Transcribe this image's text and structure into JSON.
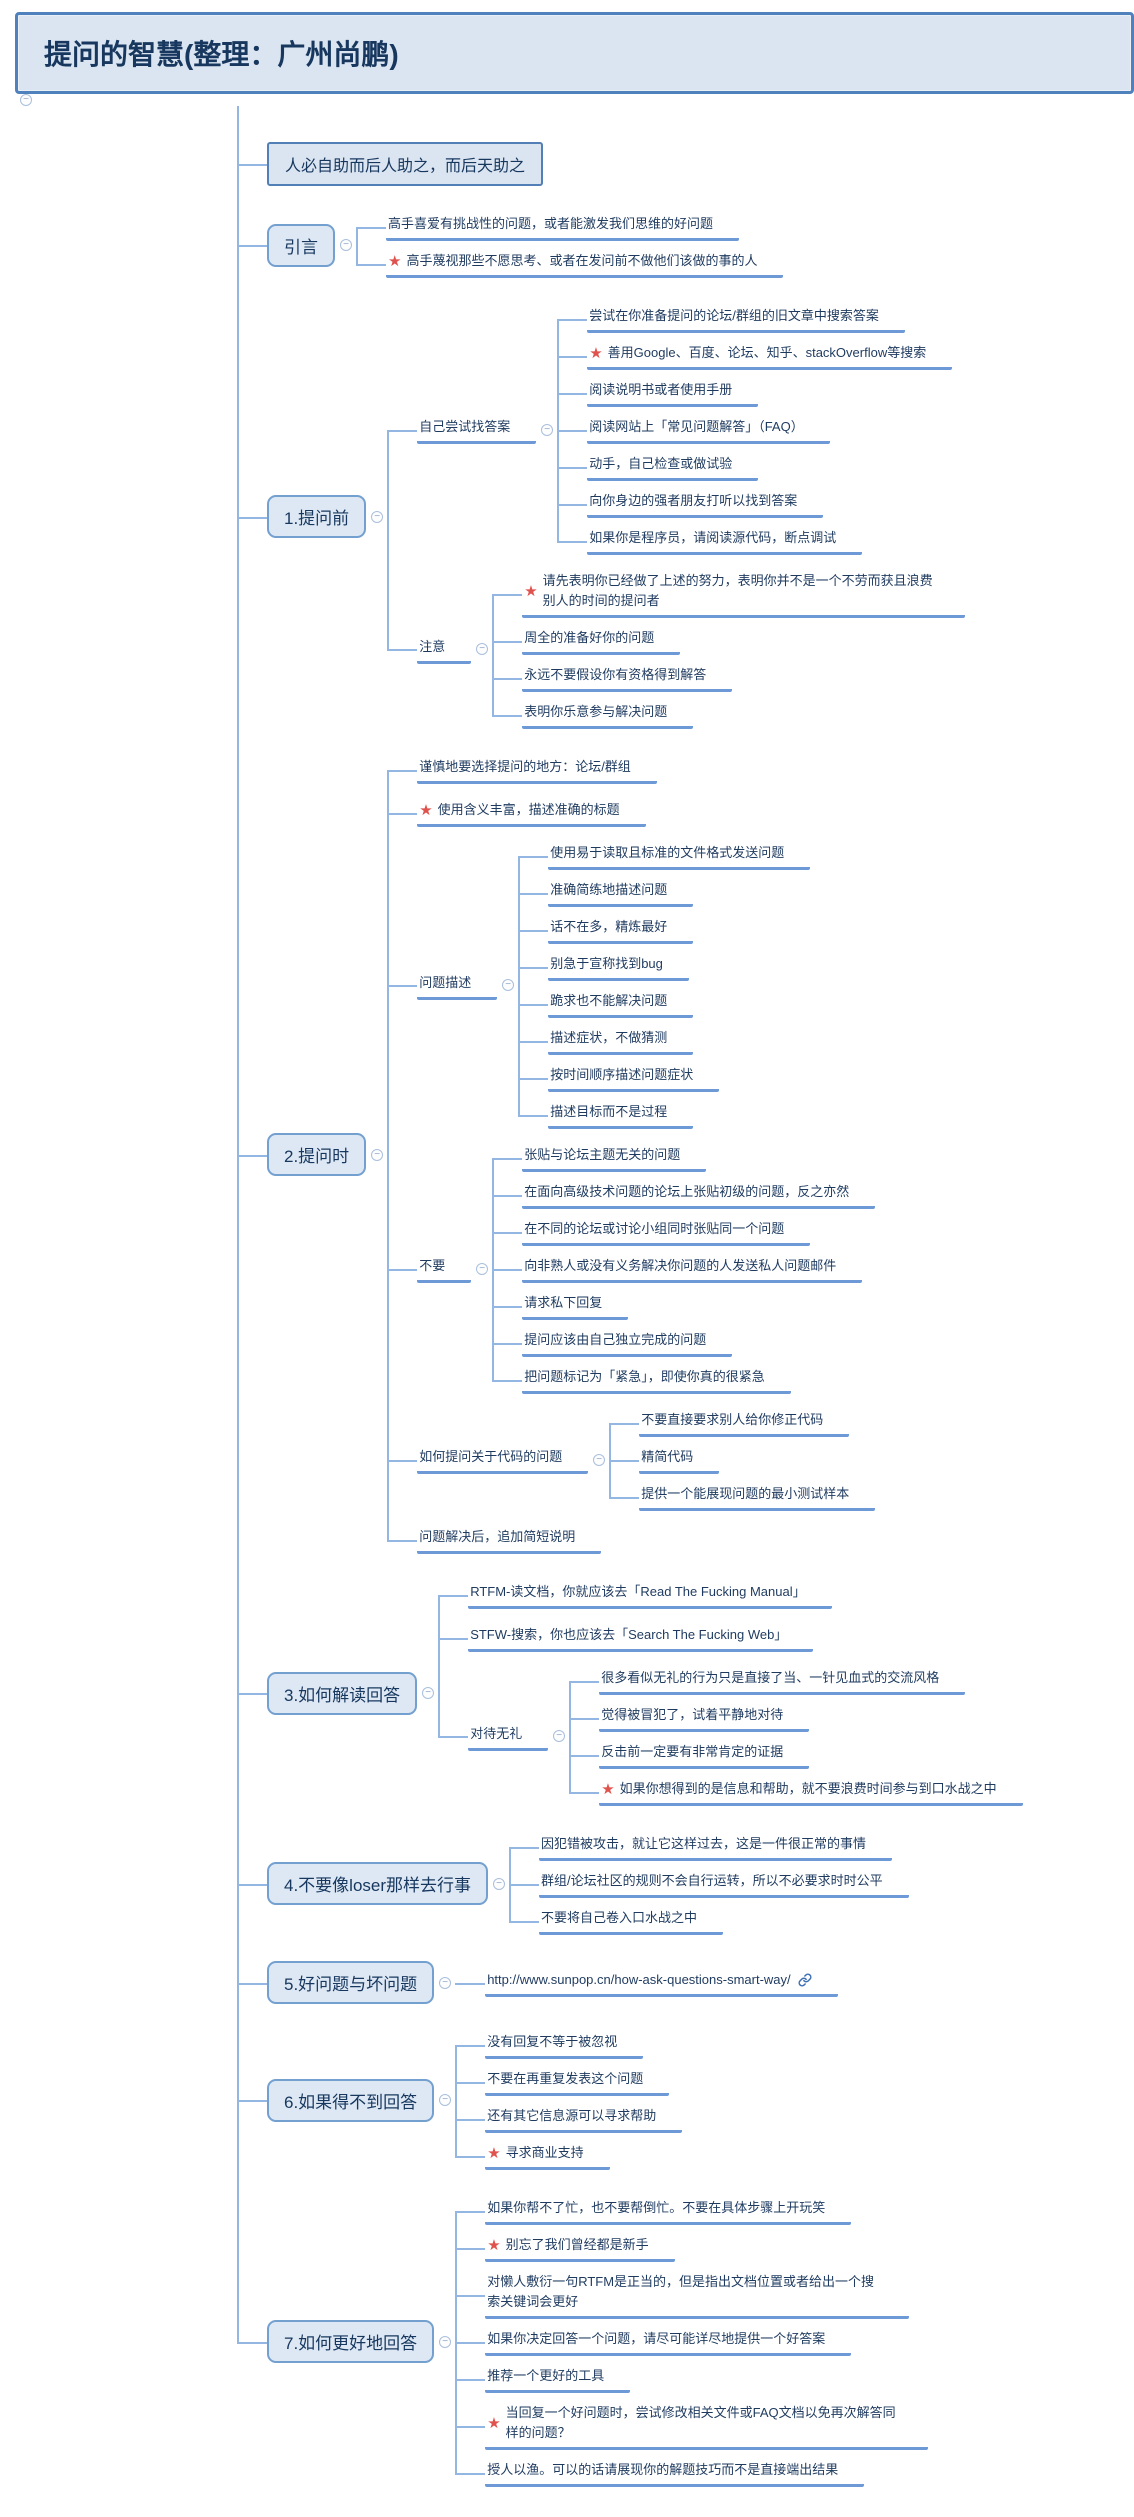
{
  "ui": {
    "star_glyph": "★",
    "collapse_glyph": "−",
    "colors": {
      "accent_border": "#4f81bd",
      "node_fill": "#dbe5f1",
      "underline": "#6d9ad6",
      "connector": "#93b6e2",
      "text": "#17375e",
      "star": "#e0524d",
      "link_icon": "#3f6fb5"
    }
  },
  "tree": {
    "label": "提问的智慧(整理：广州尚鹏)",
    "style": "title",
    "children": [
      {
        "label": "人必自助而后人助之，而后天助之",
        "style": "box"
      },
      {
        "label": "引言",
        "style": "section",
        "children": [
          {
            "label": "高手喜爱有挑战性的问题，或者能激发我们思维的好问题"
          },
          {
            "label": "高手蔑视那些不愿思考、或者在发问前不做他们该做的事的人",
            "star": true
          }
        ]
      },
      {
        "label": "1.提问前",
        "style": "section",
        "children": [
          {
            "label": "自己尝试找答案",
            "children": [
              {
                "label": "尝试在你准备提问的论坛/群组的旧文章中搜索答案"
              },
              {
                "label": "善用Google、百度、论坛、知乎、stackOverflow等搜索",
                "star": true
              },
              {
                "label": "阅读说明书或者使用手册"
              },
              {
                "label": "阅读网站上「常见问题解答」（FAQ）"
              },
              {
                "label": "动手，自己检查或做试验"
              },
              {
                "label": "向你身边的强者朋友打听以找到答案"
              },
              {
                "label": "如果你是程序员，请阅读源代码，断点调试"
              }
            ]
          },
          {
            "label": "注意",
            "children": [
              {
                "label": "请先表明你已经做了上述的努力，表明你并不是一个不劳而获且浪费别人的时间的提问者",
                "star": true
              },
              {
                "label": "周全的准备好你的问题"
              },
              {
                "label": "永远不要假设你有资格得到解答"
              },
              {
                "label": "表明你乐意参与解决问题"
              }
            ]
          }
        ]
      },
      {
        "label": "2.提问时",
        "style": "section",
        "children": [
          {
            "label": "谨慎地要选择提问的地方：论坛/群组"
          },
          {
            "label": "使用含义丰富，描述准确的标题",
            "star": true
          },
          {
            "label": "问题描述",
            "children": [
              {
                "label": "使用易于读取且标准的文件格式发送问题"
              },
              {
                "label": "准确简练地描述问题"
              },
              {
                "label": "话不在多，精炼最好"
              },
              {
                "label": "别急于宣称找到bug"
              },
              {
                "label": "跪求也不能解决问题"
              },
              {
                "label": "描述症状，不做猜测"
              },
              {
                "label": "按时间顺序描述问题症状"
              },
              {
                "label": "描述目标而不是过程"
              }
            ]
          },
          {
            "label": "不要",
            "children": [
              {
                "label": "张贴与论坛主题无关的问题"
              },
              {
                "label": "在面向高级技术问题的论坛上张贴初级的问题，反之亦然"
              },
              {
                "label": "在不同的论坛或讨论小组同时张贴同一个问题"
              },
              {
                "label": "向非熟人或没有义务解决你问题的人发送私人问题邮件"
              },
              {
                "label": "请求私下回复"
              },
              {
                "label": "提问应该由自己独立完成的问题"
              },
              {
                "label": "把问题标记为「紧急」，即使你真的很紧急"
              }
            ]
          },
          {
            "label": "如何提问关于代码的问题",
            "children": [
              {
                "label": "不要直接要求别人给你修正代码"
              },
              {
                "label": "精简代码"
              },
              {
                "label": "提供一个能展现问题的最小测试样本"
              }
            ]
          },
          {
            "label": "问题解决后，追加简短说明"
          }
        ]
      },
      {
        "label": "3.如何解读回答",
        "style": "section",
        "children": [
          {
            "label": "RTFM-读文档，你就应该去「Read The Fucking Manual」"
          },
          {
            "label": "STFW-搜索，你也应该去「Search The Fucking Web」"
          },
          {
            "label": "对待无礼",
            "children": [
              {
                "label": "很多看似无礼的行为只是直接了当、一针见血式的交流风格"
              },
              {
                "label": "觉得被冒犯了，试着平静地对待"
              },
              {
                "label": "反击前一定要有非常肯定的证据"
              },
              {
                "label": "如果你想得到的是信息和帮助，就不要浪费时间参与到口水战之中",
                "star": true
              }
            ]
          }
        ]
      },
      {
        "label": "4.不要像loser那样去行事",
        "style": "section",
        "children": [
          {
            "label": "因犯错被攻击，就让它这样过去，这是一件很正常的事情"
          },
          {
            "label": "群组/论坛社区的规则不会自行运转，所以不必要求时时公平"
          },
          {
            "label": "不要将自己卷入口水战之中"
          }
        ]
      },
      {
        "label": "5.好问题与坏问题",
        "style": "section",
        "children": [
          {
            "label": "http://www.sunpop.cn/how-ask-questions-smart-way/",
            "link": true
          }
        ]
      },
      {
        "label": "6.如果得不到回答",
        "style": "section",
        "children": [
          {
            "label": "没有回复不等于被忽视"
          },
          {
            "label": "不要在再重复发表这个问题"
          },
          {
            "label": "还有其它信息源可以寻求帮助"
          },
          {
            "label": "寻求商业支持",
            "star": true
          }
        ]
      },
      {
        "label": "7.如何更好地回答",
        "style": "section",
        "children": [
          {
            "label": "如果你帮不了忙，也不要帮倒忙。不要在具体步骤上开玩笑"
          },
          {
            "label": "别忘了我们曾经都是新手",
            "star": true
          },
          {
            "label": "对懒人敷衍一句RTFM是正当的，但是指出文档位置或者给出一个搜索关键词会更好"
          },
          {
            "label": "如果你决定回答一个问题，请尽可能详尽地提供一个好答案"
          },
          {
            "label": "推荐一个更好的工具"
          },
          {
            "label": "当回复一个好问题时，尝试修改相关文件或FAQ文档以免再次解答同样的问题？",
            "star": true
          },
          {
            "label": "授人以渔。可以的话请展现你的解题技巧而不是直接端出结果"
          }
        ]
      }
    ]
  }
}
